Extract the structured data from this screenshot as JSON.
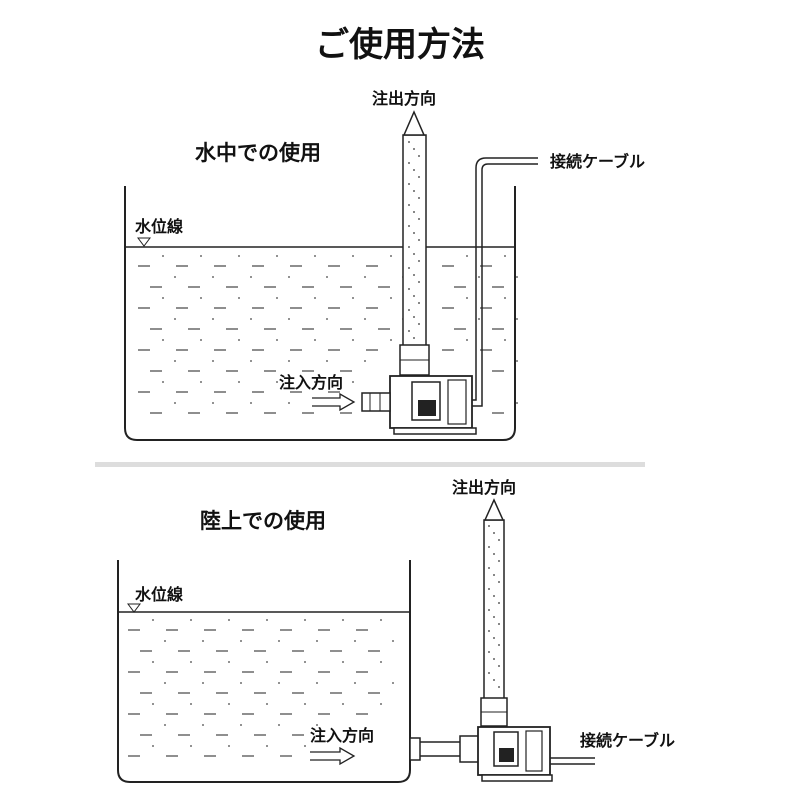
{
  "page_title": "ご使用方法",
  "submerged": {
    "heading": "水中での使用",
    "outlet_label": "注出方向",
    "cable_label": "接続ケーブル",
    "waterline_label": "水位線",
    "inlet_label": "注入方向"
  },
  "external": {
    "heading": "陸上での使用",
    "outlet_label": "注出方向",
    "cable_label": "接続ケーブル",
    "waterline_label": "水位線",
    "inlet_label": "注入方向"
  },
  "colors": {
    "line": "#222222",
    "water_dash": "#444444",
    "divider": "#dddddd",
    "background": "#ffffff"
  }
}
